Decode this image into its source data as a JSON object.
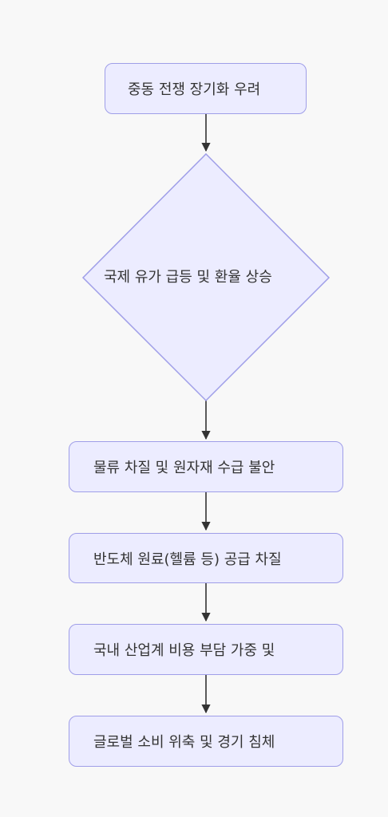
{
  "diagram": {
    "nodes": [
      {
        "id": "n1",
        "label": "중동 전쟁 장기화 우려"
      },
      {
        "id": "n2",
        "label": "국제 유가 급등 및 환율 상승"
      },
      {
        "id": "n3",
        "label": "물류 차질 및 원자재 수급 불안"
      },
      {
        "id": "n4",
        "label": "반도체 원료(헬륨 등) 공급 차질"
      },
      {
        "id": "n5",
        "label": "국내 산업계 비용 부담 가중 및"
      },
      {
        "id": "n6",
        "label": "글로벌 소비 위축 및 경기 침체"
      }
    ],
    "edges": [
      {
        "from": "n1",
        "to": "n2"
      },
      {
        "from": "n2",
        "to": "n3"
      },
      {
        "from": "n3",
        "to": "n4"
      },
      {
        "from": "n4",
        "to": "n5"
      },
      {
        "from": "n5",
        "to": "n6"
      }
    ],
    "colors": {
      "node_fill": "#ececff",
      "node_stroke": "#9f9ee8",
      "edge": "#333333",
      "background": "#f8f8f8",
      "text": "#333333"
    }
  }
}
